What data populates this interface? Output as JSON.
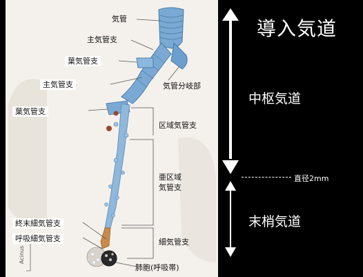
{
  "labels": {
    "trachea": "気管",
    "main_bronchus_upper": "主気管支",
    "lobar_bronchus_upper": "葉気管支",
    "main_bronchus_left": "主気管支",
    "carina": "気管分岐部",
    "lobar_bronchus_left": "葉気管支",
    "segmental_bronchus": "区域気管支",
    "subsegmental_bronchus_line1": "亜区域",
    "subsegmental_bronchus_line2": "気管支",
    "terminal_bronchiole": "終末細気管支",
    "respiratory_bronchiole": "呼吸細気管支",
    "bronchiole": "細気管支",
    "alveoli": "肺胞(呼吸帯)",
    "acinus": "Acinus"
  },
  "right": {
    "conducting_airway": "導入気道",
    "central_airway": "中枢気道",
    "diameter": "直径2mm",
    "peripheral_airway": "末梢気道"
  },
  "colors": {
    "background": "#000000",
    "panel": "#f4f1ec",
    "airway_blue": "#6fa3cf",
    "airway_orange": "#c98a4a"
  }
}
